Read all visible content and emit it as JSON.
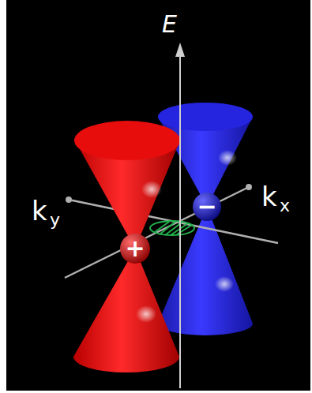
{
  "diagram": {
    "nodes": [
      {
        "text": [
          "+"
        ]
      },
      {
        "text": [
          "−"
        ]
      }
    ],
    "labels": [
      "E",
      "k",
      "y",
      "k",
      "x"
    ]
  }
}
